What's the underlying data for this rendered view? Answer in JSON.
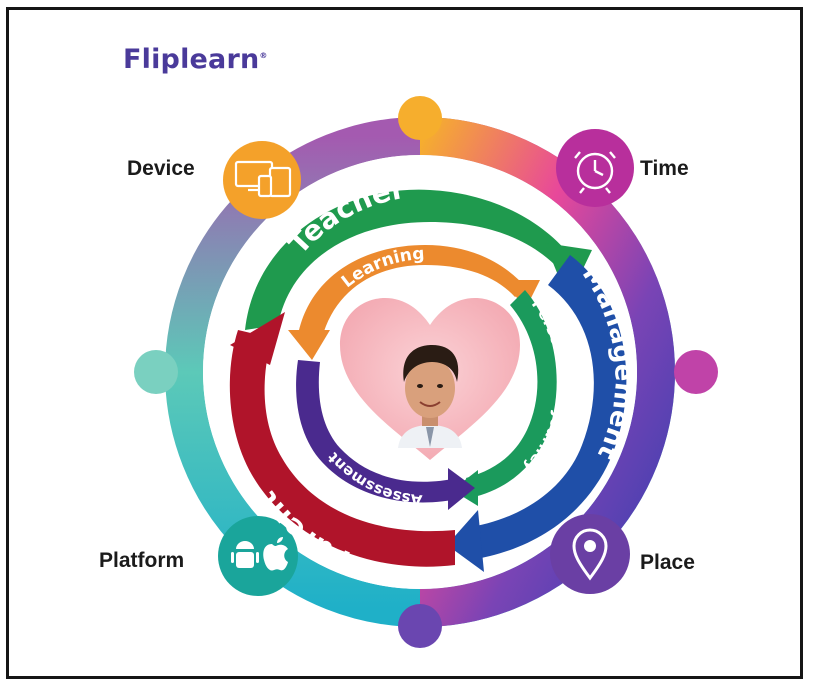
{
  "brand": {
    "name": "Fliplearn",
    "registered_mark": "®"
  },
  "corners": {
    "device": {
      "label": "Device",
      "icon": "devices-icon",
      "color": "#f4a12a"
    },
    "time": {
      "label": "Time",
      "icon": "alarm-clock-icon",
      "color": "#b82f9c"
    },
    "platform": {
      "label": "Platform",
      "icon": "android-apple-icon",
      "color": "#1aa59b"
    },
    "place": {
      "label": "Place",
      "icon": "location-pin-icon",
      "color": "#6a3fa4"
    }
  },
  "outer_cycle": {
    "teacher": {
      "label": "Teacher",
      "color": "#1f9a4e"
    },
    "management": {
      "label": "Management",
      "color": "#1f4fa8"
    },
    "parent": {
      "label": "Parent",
      "color": "#b0142a"
    }
  },
  "inner_cycle": {
    "learning": {
      "label": "Learning",
      "color": "#ec8a2e"
    },
    "personalized_journey": {
      "label": "Personalized Journey",
      "color": "#1b9a5c"
    },
    "assessment": {
      "label": "Assessment",
      "color": "#4a2a8e"
    }
  },
  "center": {
    "heart_color": "#f7b9c0",
    "image": "student-photo"
  }
}
